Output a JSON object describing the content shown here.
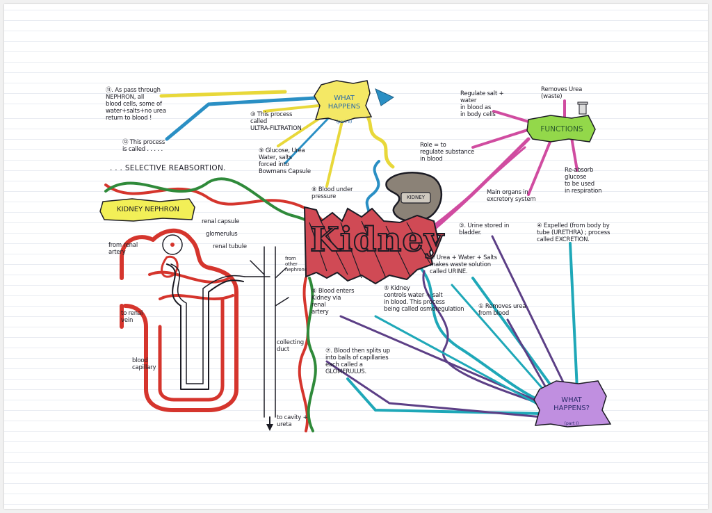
{
  "colors": {
    "red": "#d5352d",
    "green": "#2f8a3a",
    "blue": "#2a8fc4",
    "teal": "#1fa8b8",
    "purple": "#5c3f86",
    "pink": "#d04ca0",
    "yellow": "#e8d83a",
    "lime": "#93d84a",
    "ink": "#1b1b24"
  },
  "center": {
    "title": "Kidney",
    "bean_label": "KIDNEY"
  },
  "hubs": {
    "part2": {
      "label": "WHAT\nHAPPENS",
      "sub": "(part II)"
    },
    "functions": {
      "label": "FUNCTIONS"
    },
    "part1": {
      "label": "WHAT\nHAPPENS?",
      "sub": "(part I)"
    }
  },
  "nephron_banner": "KIDNEY NEPHRON",
  "notes": {
    "n11": "⑪. As pass through\nNEPHRON, all\nblood cells, some of\nwater+salts+no urea\nreturn to blood !",
    "n12": "⑫ This process\nis called . . . . .",
    "selective": ". . . SELECTIVE REABSORTION.",
    "n10": "⑩ This process\ncalled\nULTRA-FILTRATION",
    "n9": "⑨ Glucose, Urea\nWater, salts\nforced into\nBowmans Capsule",
    "n8": "⑧ Blood under\npressure",
    "role": "Role = to\nregulate substance\nin blood",
    "regulate": "Regulate salt +\nwater\nin blood as\nin body cells",
    "removes_waste": "Removes Urea\n(waste)",
    "main_organs": "Main organs in\nexcretory system",
    "reabsorb": "Re-absorb\nglucose\nto be used\nin respiration",
    "n3": "③. Urine stored in\nbladder.",
    "n4": "④ Expelled (from body by\ntube (URETHRA) ; process\ncalled EXCRETION.",
    "n2": "② Urea + Water + Salts\nmakes waste solution\ncalled URINE.",
    "n5": "⑤ Kidney\ncontrols water + salt\nin blood. This process\nbeing called osmoregulation",
    "n1": "① Removes urea\nfrom blood",
    "n6": "⑥ Blood enters\nKidney via\nrenal\nartery",
    "n7": "⑦. Blood then splits up\ninto balls of capillaries\neach called a\nGLOMERULUS."
  },
  "labels": {
    "renal_capsule": "renal capsule",
    "glomerulus": "glomerulus",
    "renal_tubule": "renal tubule",
    "from_renal_artery": "from renal\nartery",
    "to_renal_vein": "to renal\nvein",
    "blood_capillary": "blood\ncapillary",
    "from_other_nephrons": "from\nother\nnephrons",
    "collecting_duct": "collecting\nduct",
    "to_cavity_ureta": "to cavity +\nureta"
  }
}
